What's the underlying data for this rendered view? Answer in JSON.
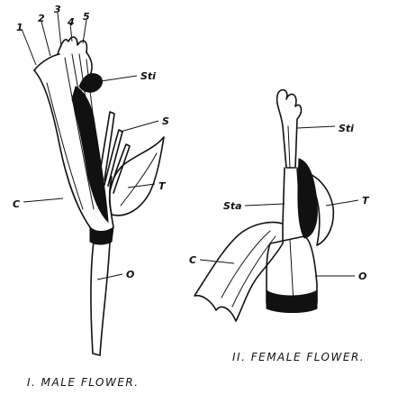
{
  "male_flower": {
    "caption": "I. MALE FLOWER.",
    "stamen_numbers": [
      "1",
      "2",
      "3",
      "4",
      "5"
    ],
    "labels": {
      "stigma": "Sti",
      "stamen": "S",
      "corolla": "C",
      "tepal": "T",
      "ovary": "O"
    }
  },
  "female_flower": {
    "caption": "II. FEMALE FLOWER.",
    "labels": {
      "stigma": "Sti",
      "staminode": "Sta",
      "tepal": "T",
      "corolla": "C",
      "ovary": "O"
    }
  }
}
